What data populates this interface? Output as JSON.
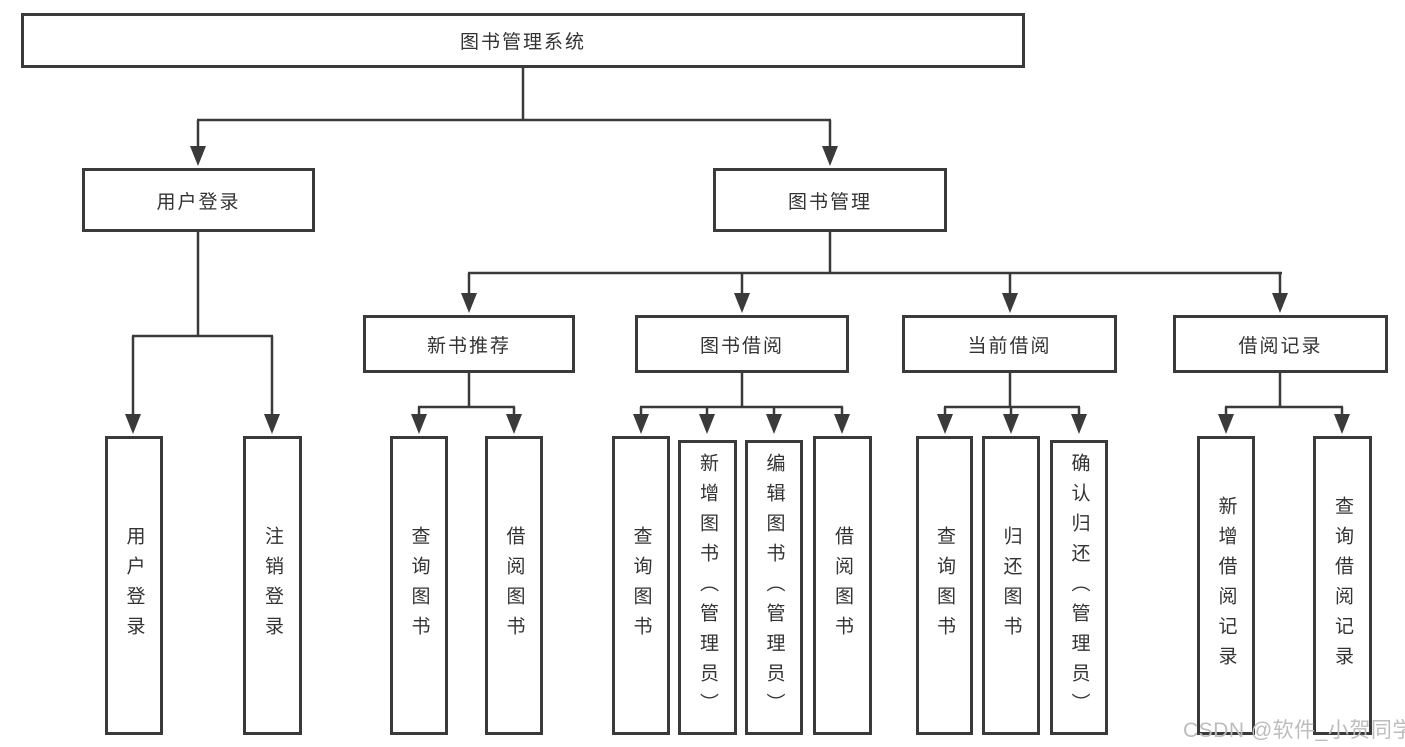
{
  "diagram": {
    "type": "hierarchy-tree",
    "tree": {
      "root": {
        "label": "图书管理系统",
        "children": [
          {
            "label": "用户登录",
            "children": [
              {
                "label": "用户登录"
              },
              {
                "label": "注销登录"
              }
            ]
          },
          {
            "label": "图书管理",
            "children": [
              {
                "label": "新书推荐",
                "children": [
                  {
                    "label": "查询图书"
                  },
                  {
                    "label": "借阅图书"
                  }
                ]
              },
              {
                "label": "图书借阅",
                "children": [
                  {
                    "label": "查询图书"
                  },
                  {
                    "label": "新增图书（管理员）"
                  },
                  {
                    "label": "编辑图书（管理员）"
                  },
                  {
                    "label": "借阅图书"
                  }
                ]
              },
              {
                "label": "当前借阅",
                "children": [
                  {
                    "label": "查询图书"
                  },
                  {
                    "label": "归还图书"
                  },
                  {
                    "label": "确认归还（管理员）"
                  }
                ]
              },
              {
                "label": "借阅记录",
                "children": [
                  {
                    "label": "新增借阅记录"
                  },
                  {
                    "label": "查询借阅记录"
                  }
                ]
              }
            ]
          }
        ]
      }
    },
    "colors": {
      "line": "#3a3a3a",
      "text": "#333333",
      "box_fill": "#ffffff",
      "background": "#ffffff",
      "watermark": "#bdbdbd"
    }
  },
  "watermark": {
    "text": "CSDN @软件_小贺同学"
  }
}
